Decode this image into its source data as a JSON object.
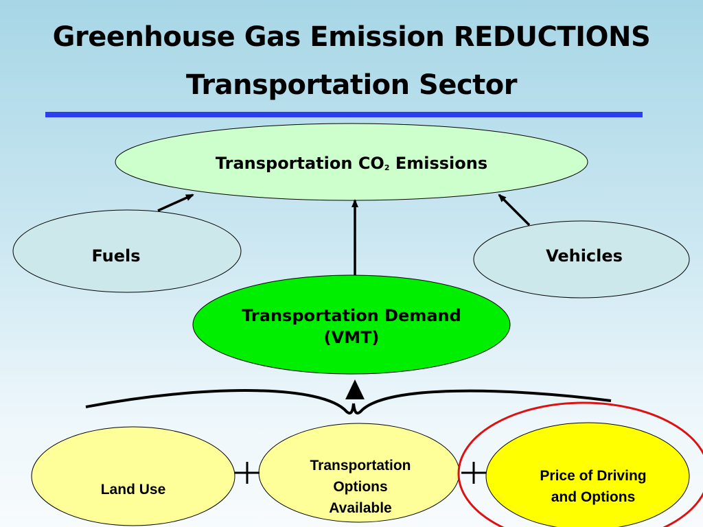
{
  "title": {
    "line1": "Greenhouse Gas Emission REDUCTIONS",
    "line2": "Transportation Sector"
  },
  "nodes": {
    "emissions": {
      "text_before": "Transportation CO",
      "subscript": "2",
      "text_after": " Emissions",
      "fill": "#ccffcc"
    },
    "fuels": {
      "label": "Fuels",
      "fill": "#cce8ea"
    },
    "vehicles": {
      "label": "Vehicles",
      "fill": "#cce8ea"
    },
    "demand": {
      "line1": "Transportation Demand",
      "line2": "(VMT)",
      "fill": "#00ee00"
    },
    "land_use": {
      "label": "Land Use",
      "fill": "#ffff99"
    },
    "options": {
      "line1": "Transportation",
      "line2": "Options",
      "line3": "Available",
      "fill": "#ffff99"
    },
    "price": {
      "line1": "Price of Driving",
      "line2": "and Options",
      "fill": "#ffff00"
    }
  },
  "colors": {
    "rule": "#2b3ff0",
    "highlight_ring": "#dd1111"
  }
}
